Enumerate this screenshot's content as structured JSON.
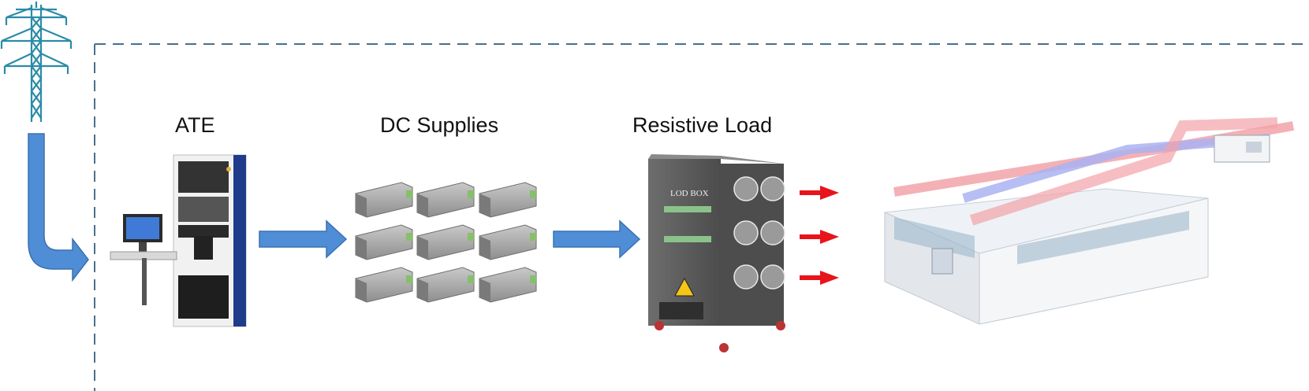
{
  "labels": {
    "ate": "ATE",
    "dc_supplies": "DC Supplies",
    "resistive_load": "Resistive Load",
    "load_box_text": "LOD BOX"
  },
  "colors": {
    "flow_arrow": "#4f8ed6",
    "boundary": "#4a6f8c",
    "heat_arrow": "#e8141b",
    "hot_duct": "#f2a3a8",
    "cold_duct": "#aab3f2",
    "tower": "#2b8ba8"
  },
  "icons": [
    "transmission-tower-icon",
    "ate-rack-icon",
    "dc-supply-module-icon",
    "load-bank-icon",
    "cleanroom-icon"
  ]
}
